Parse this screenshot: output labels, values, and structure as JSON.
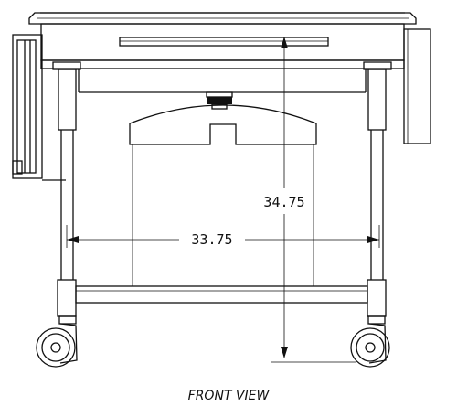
{
  "view_label": "FRONT VIEW",
  "dimensions": {
    "width": "33.75",
    "height": "34.75"
  },
  "colors": {
    "line": "#111111",
    "background": "#ffffff"
  }
}
